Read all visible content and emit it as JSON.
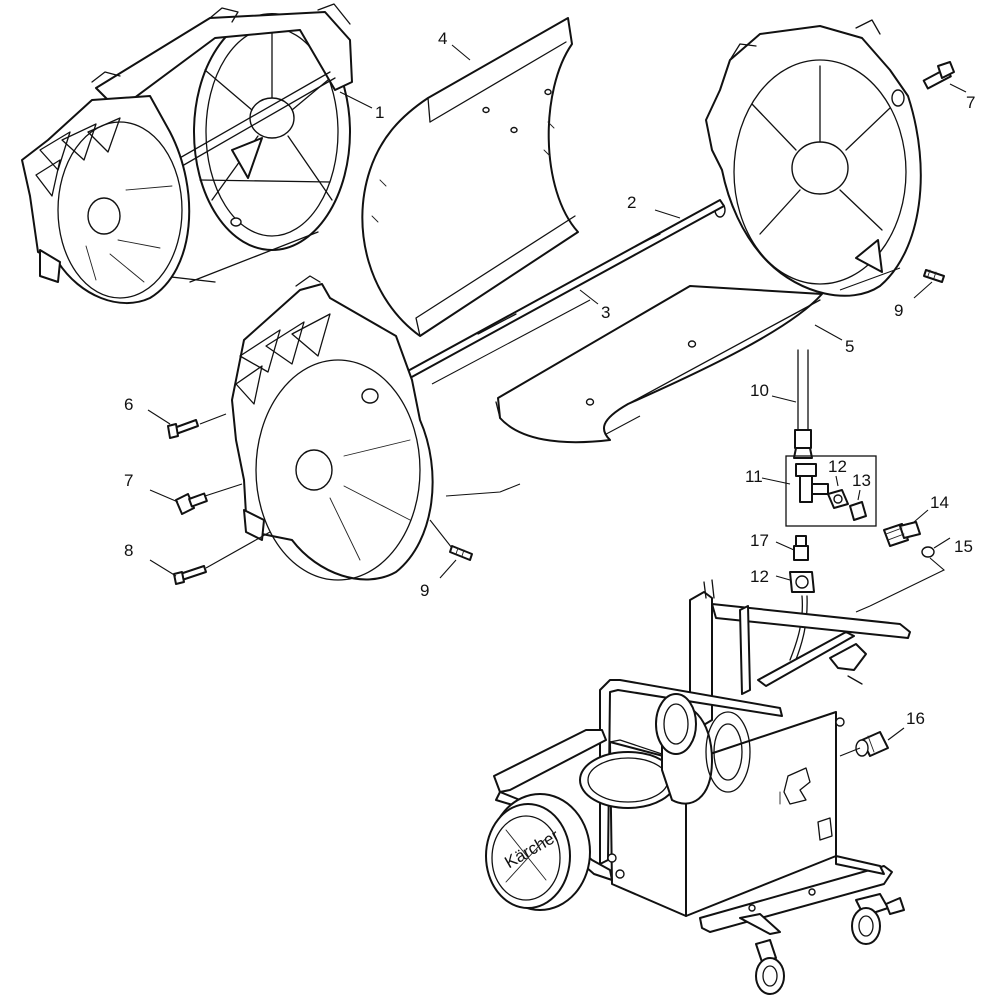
{
  "diagram": {
    "type": "exploded-parts-view",
    "callouts": [
      {
        "id": "c1",
        "label": "1"
      },
      {
        "id": "c2",
        "label": "2"
      },
      {
        "id": "c3",
        "label": "3"
      },
      {
        "id": "c4",
        "label": "4"
      },
      {
        "id": "c5",
        "label": "5"
      },
      {
        "id": "c6",
        "label": "6"
      },
      {
        "id": "c7a",
        "label": "7"
      },
      {
        "id": "c7b",
        "label": "7"
      },
      {
        "id": "c8",
        "label": "8"
      },
      {
        "id": "c9a",
        "label": "9"
      },
      {
        "id": "c9b",
        "label": "9"
      },
      {
        "id": "c10",
        "label": "10"
      },
      {
        "id": "c11",
        "label": "11"
      },
      {
        "id": "c12a",
        "label": "12"
      },
      {
        "id": "c12b",
        "label": "12"
      },
      {
        "id": "c13",
        "label": "13"
      },
      {
        "id": "c14",
        "label": "14"
      },
      {
        "id": "c15",
        "label": "15"
      },
      {
        "id": "c16",
        "label": "16"
      },
      {
        "id": "c17",
        "label": "17"
      }
    ],
    "wheel_logo": "Kärcher"
  }
}
